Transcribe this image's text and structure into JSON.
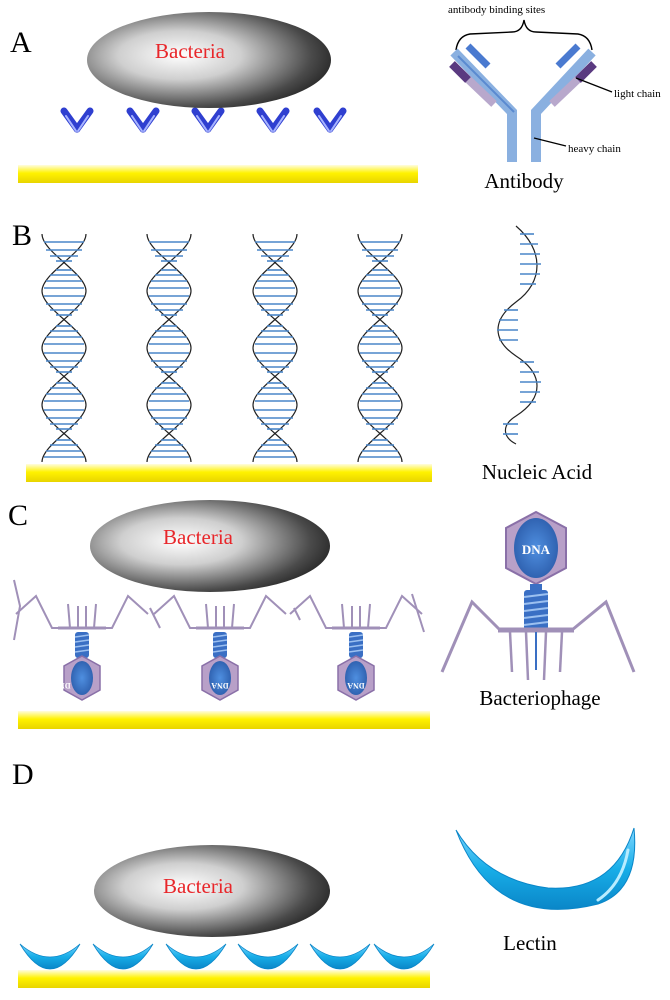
{
  "panels": {
    "A": {
      "letter": "A",
      "bacteria_label": "Bacteria",
      "legend_title": "Antibody",
      "binding_sites": "antibody binding sites",
      "light_chain": "light chain",
      "heavy_chain": "heavy chain"
    },
    "B": {
      "letter": "B",
      "legend_title": "Nucleic Acid"
    },
    "C": {
      "letter": "C",
      "bacteria_label": "Bacteria",
      "legend_title": "Bacteriophage",
      "dna_label": "DNA"
    },
    "D": {
      "letter": "D",
      "bacteria_label": "Bacteria",
      "legend_title": "Lectin"
    }
  },
  "colors": {
    "surface": "#fff200",
    "bacteria_label": "#e8262a",
    "antibody_blue": "#2f3fd0",
    "dna_rung": "#4a86c8",
    "phage_blue": "#3a6fc4",
    "phage_purple": "#a090b8",
    "lectin": "#18aee8"
  }
}
